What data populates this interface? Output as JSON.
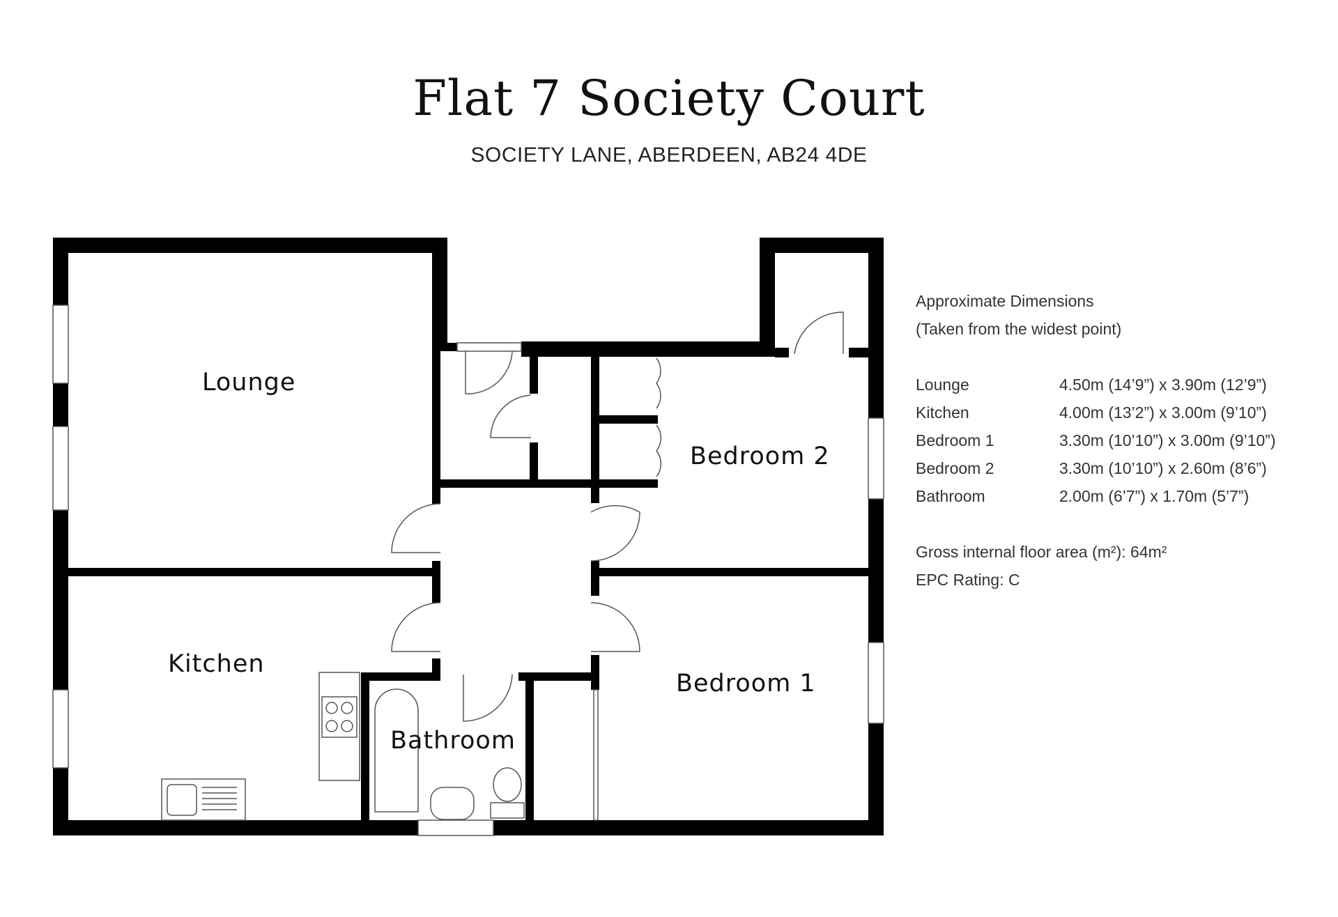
{
  "header": {
    "title": "Flat 7 Society Court",
    "subtitle": "SOCIETY LANE, ABERDEEN, AB24 4DE"
  },
  "rooms": {
    "lounge": "Lounge",
    "kitchen": "Kitchen",
    "bedroom2": "Bedroom 2",
    "bedroom1": "Bedroom 1",
    "bathroom": "Bathroom"
  },
  "dimensions": {
    "heading": "Approximate Dimensions",
    "note": "(Taken from the widest point)",
    "rows": [
      {
        "room": "Lounge",
        "size": "4.50m (14’9”) x 3.90m (12’9”)"
      },
      {
        "room": "Kitchen",
        "size": "4.00m (13’2”) x 3.00m (9’10”)"
      },
      {
        "room": "Bedroom 1",
        "size": "3.30m (10’10”) x 3.00m (9’10”)"
      },
      {
        "room": "Bedroom 2",
        "size": "3.30m (10’10”) x 2.60m (8’6”)"
      },
      {
        "room": "Bathroom",
        "size": "2.00m (6’7”) x 1.70m (5’7”)"
      }
    ],
    "floor_area": "Gross internal floor area (m²): 64m²",
    "epc": "EPC Rating: C"
  }
}
